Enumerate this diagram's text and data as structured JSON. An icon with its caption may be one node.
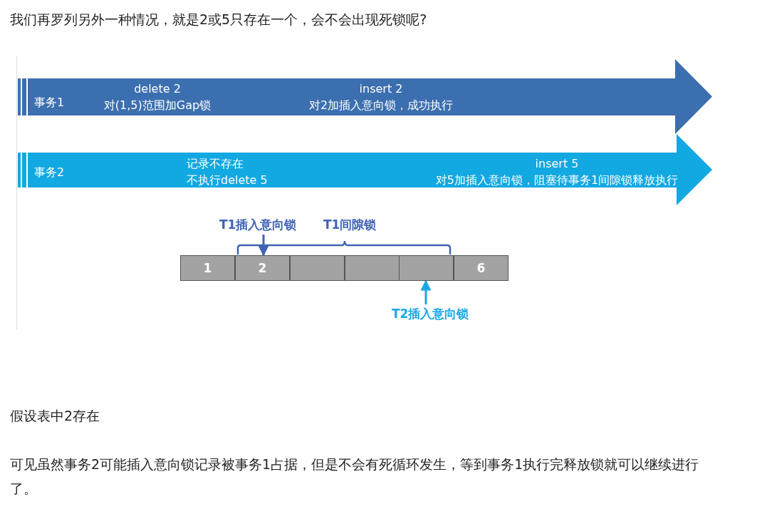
{
  "diagram": {
    "title": "我们再罗列另外一种情况，就是2或5只存在一个，会不会出现死锁呢?",
    "nodes": [
      {
        "text": [
          "事务1",
          "delete 2 对(1,5)范围加Gap锁",
          "insert 2 对2加插入意向锁，成功执行"
        ]
      },
      {
        "text": [
          "事务2",
          "记录不存在不执行delete 5",
          "insert 5 对5加插入意向锁，阻塞待事务1间隙锁释放执行"
        ]
      },
      {
        "text": [
          "T1插入意向锁"
        ]
      },
      {
        "text": [
          "1"
        ]
      },
      {
        "text": [
          "2"
        ]
      },
      {
        "text": [],
        "shape": "box"
      },
      {
        "text": [],
        "shape": "box"
      },
      {
        "text": [],
        "shape": "box"
      },
      {
        "text": [
          "6"
        ]
      },
      {
        "text": [
          "T2插入意向锁"
        ]
      }
    ],
    "edges": [
      {
        "from": 2,
        "to": 4,
        "arrow": "to",
        "color": "#3f63b4"
      },
      {
        "from": 9,
        "to": 7,
        "arrow": "to",
        "color": "#1aa7e6"
      }
    ],
    "labels": [
      "T1间隙锁",
      "假设表中2存在",
      "可见虽然事务2可能插入意向锁记录被事务1占据，但是不会有死循环发生，等到事务1执行完释放锁就可以继续进行了。"
    ]
  }
}
